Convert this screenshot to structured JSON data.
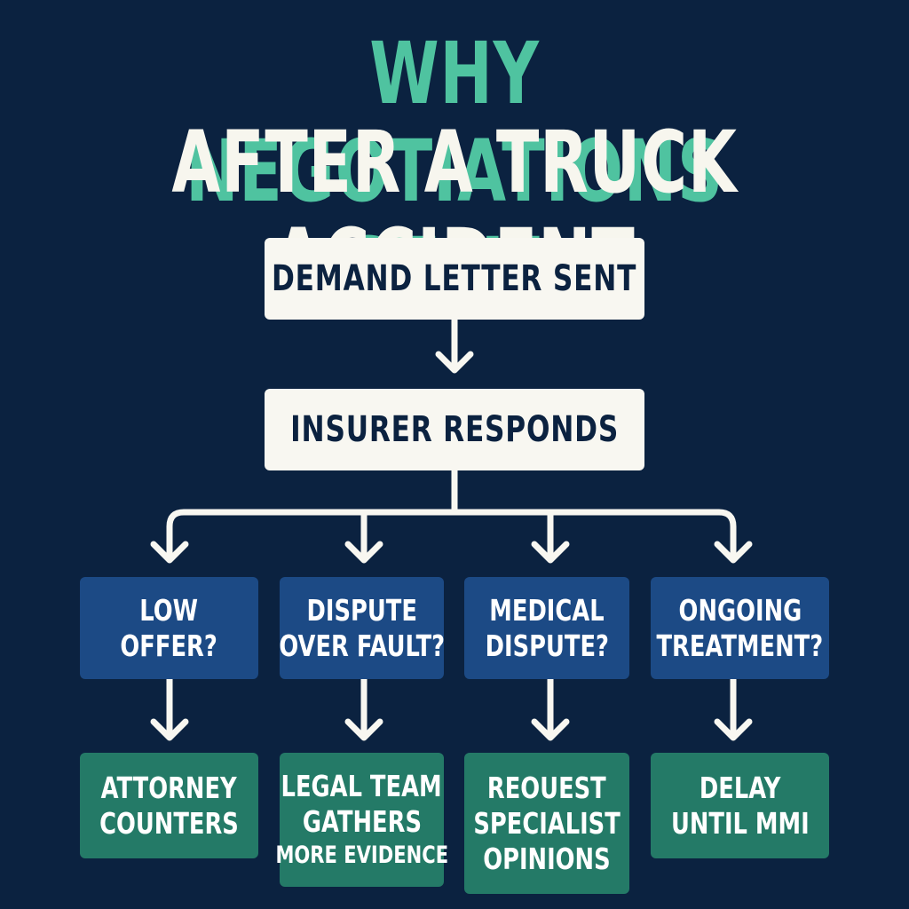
{
  "title": {
    "line1": "WHY NEGOTIATIONS STALL",
    "line2": "AFTER A TRUCK ACCIDENT"
  },
  "colors": {
    "background": "#0b2240",
    "title_accent": "#4fc3a0",
    "top_box": "#f8f7f1",
    "question_box": "#1c4a85",
    "outcome_box": "#247a67",
    "connector": "#f8f7f1"
  },
  "flow": {
    "step1": "DEMAND LETTER SENT",
    "step2": "INSURER RESPONDS",
    "branches": [
      {
        "question": [
          "LOW",
          "OFFER?"
        ],
        "outcome": [
          "ATTORNEY",
          "COUNTERS"
        ]
      },
      {
        "question": [
          "DISPUTE",
          "OVER FAULT?"
        ],
        "outcome": [
          "LEGAL TEAM",
          "GATHERS",
          "MORE EVIDENCE"
        ]
      },
      {
        "question": [
          "MEDICAL",
          "DISPUTE?"
        ],
        "outcome": [
          "REOUEST",
          "SPECIALIST",
          "OPINIONS"
        ]
      },
      {
        "question": [
          "ONGOING",
          "TREATMENT?"
        ],
        "outcome": [
          "DELAY",
          "UNTIL MMI"
        ]
      }
    ]
  }
}
